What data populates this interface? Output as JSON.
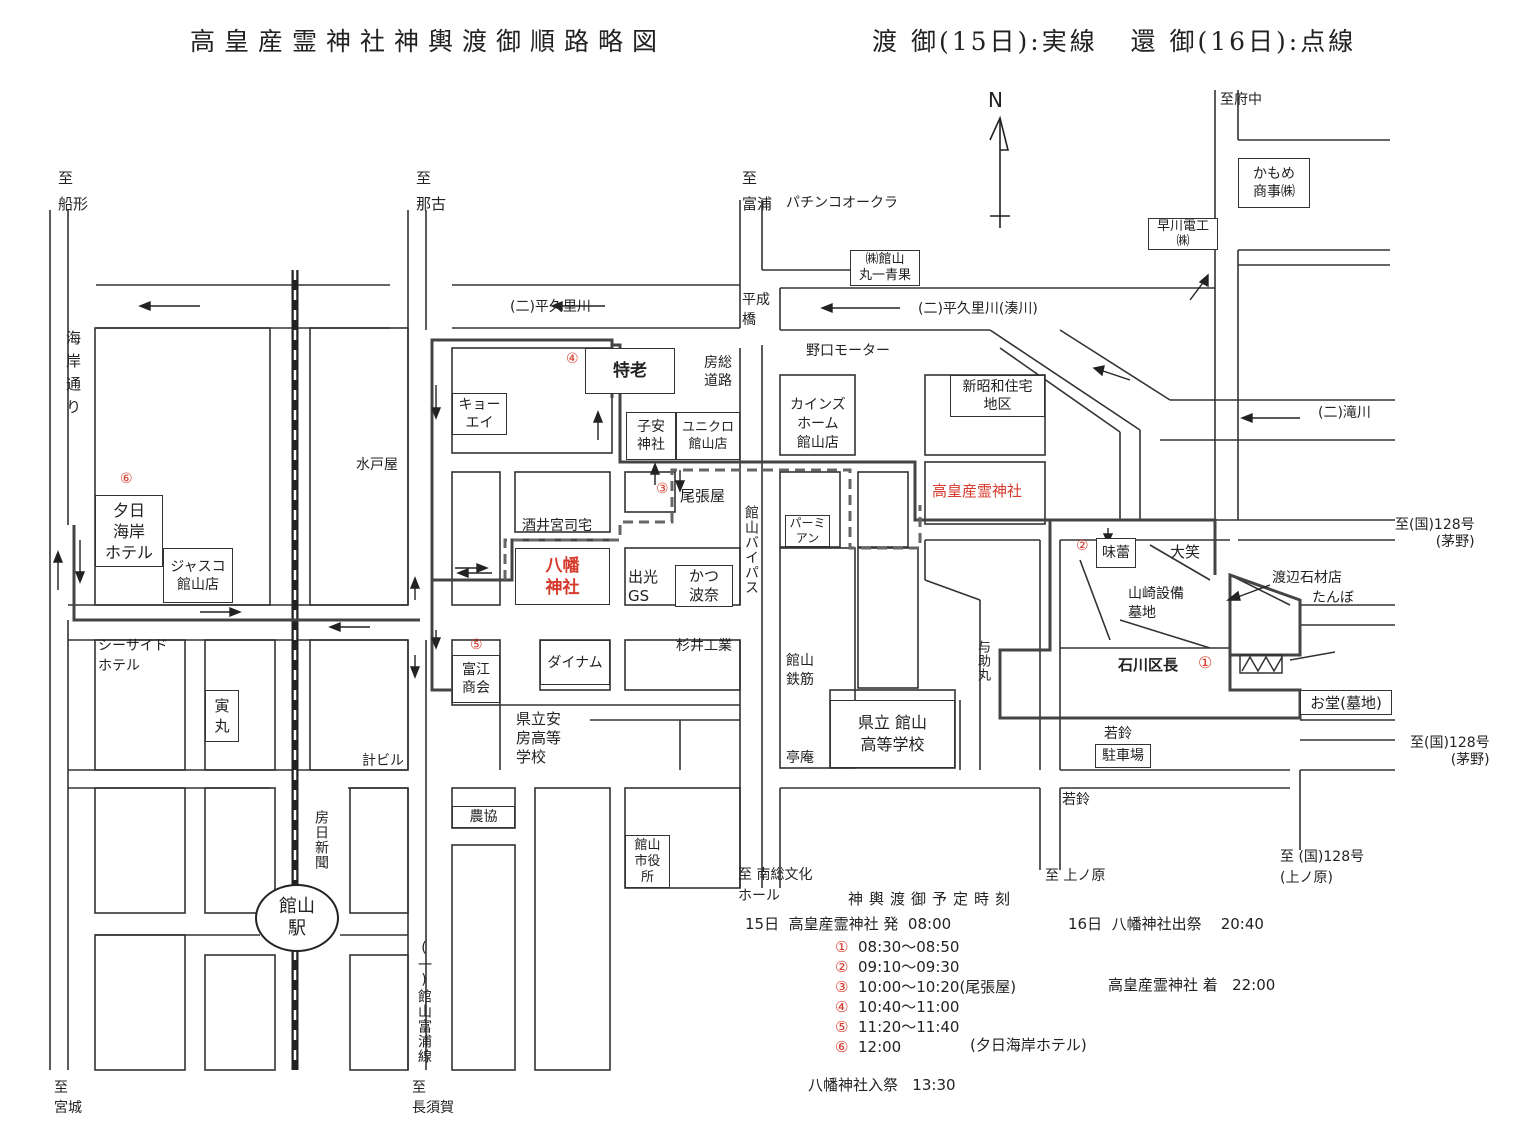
{
  "title": "高皇産霊神社神輿渡御順路略図",
  "legend": {
    "outbound": "渡 御(15日):実線",
    "return": "還 御(16日):点線"
  },
  "north": "N",
  "directions": {
    "funagata": "至\n船形",
    "nako": "至\n那古",
    "tomiura": "至\n富浦",
    "fuchu": "至府中",
    "kayano1": "至(国)128号\n(茅野)",
    "kayano2": "至(国)128号\n(茅野)",
    "uenohara_road": "至 (国)128号\n(上ノ原)",
    "uenohara": "至 上ノ原",
    "nanso": "至 南総文化\nホール",
    "miyagi": "至\n宮城",
    "nagasuka": "至\n長須賀"
  },
  "roads": {
    "kaigan": "海岸通り",
    "hirakuri_w": "(二)平久里川",
    "hirakuri_e": "(二)平久里川(湊川)",
    "takigawa": "(二)滝川",
    "heisei_bridge": "平成\n橋",
    "bypass": "館山バイパス",
    "tomiura_line": "(一)館山富浦線",
    "yojimaru": "与助丸",
    "bouso_road": "房総\n道路"
  },
  "labels": {
    "pachinko": "パチンコオークラ",
    "noguchi": "野口モーター",
    "mitoya": "水戸屋",
    "sakai": "酒井宮司宅",
    "sugii": "杉井工業",
    "kenritsu_awa": "県立安\n房高等\n学校",
    "kei_bldg": "計ビル",
    "bonichi": "房日新聞",
    "tateyama_tekkin": "館山\n鉄筋",
    "teian": "亭庵",
    "wakasuzu1": "若鈴",
    "wakasuzu2": "若鈴",
    "watanabe": "渡辺石材店",
    "tanbo": "たんぼ",
    "yamazaki": "山崎設備\n墓地",
    "ishikawa": "石川区長",
    "seaside": "シーサイド\nホテル"
  },
  "buildings": {
    "kamome": "かもめ\n商事㈱",
    "hayakawa": "早川電工\n㈱",
    "marukyu": "㈱館山\n丸一青果",
    "tokuro": "特老",
    "kyoei": "キョー\nエイ",
    "koyasu": "子安\n神社",
    "uniqlo": "ユニクロ\n館山店",
    "cainz": "カインズ\nホーム\n館山店",
    "shinshowa": "新昭和住宅\n地区",
    "takamimusubi": "高皇産霊神社",
    "owariya": "尾張屋",
    "permian": "パーミ\nアン",
    "yawata": "八幡\n神社",
    "idemitsu": "出光\nGS",
    "katsu": "かつ\n波奈",
    "yuhi": "夕日\n海岸\nホテル",
    "jusco": "ジャスコ\n館山店",
    "tomie": "富江\n商会",
    "dynamu": "ダイナム",
    "torimaru": "寅\n丸",
    "nokyo": "農協",
    "shiyakusho": "館山\n市役\n所",
    "kenritsu_tateyama": "県立 館山\n高等学校",
    "ajikura": "味蕾",
    "oowarai": "大笑",
    "parking": "駐車場",
    "odo": "お堂(墓地)",
    "station": "館山\n駅"
  },
  "stops": {
    "s1": "①",
    "s2": "②",
    "s3": "③",
    "s4": "④",
    "s5": "⑤",
    "s6": "⑥"
  },
  "schedule": {
    "heading": "神輿渡御予定時刻",
    "day15": "15日  高皇産霊神社 発  08:00",
    "r1": "①",
    "t1": "08:30〜08:50",
    "r2": "②",
    "t2": "09:10〜09:30",
    "r3": "③",
    "t3": "10:00〜10:20(尾張屋)",
    "r4": "④",
    "t4": "10:40〜11:00",
    "r5": "⑤",
    "t5": "11:20〜11:40",
    "r6": "⑥",
    "t6": "12:00",
    "t6note": "(夕日海岸ホテル)",
    "yawata_in": "八幡神社入祭   13:30",
    "day16": "16日  八幡神社出祭    20:40",
    "arrive": "高皇産霊神社 着   22:00"
  },
  "colors": {
    "ink": "#222222",
    "red": "#d63a2c",
    "route": "#555555"
  }
}
